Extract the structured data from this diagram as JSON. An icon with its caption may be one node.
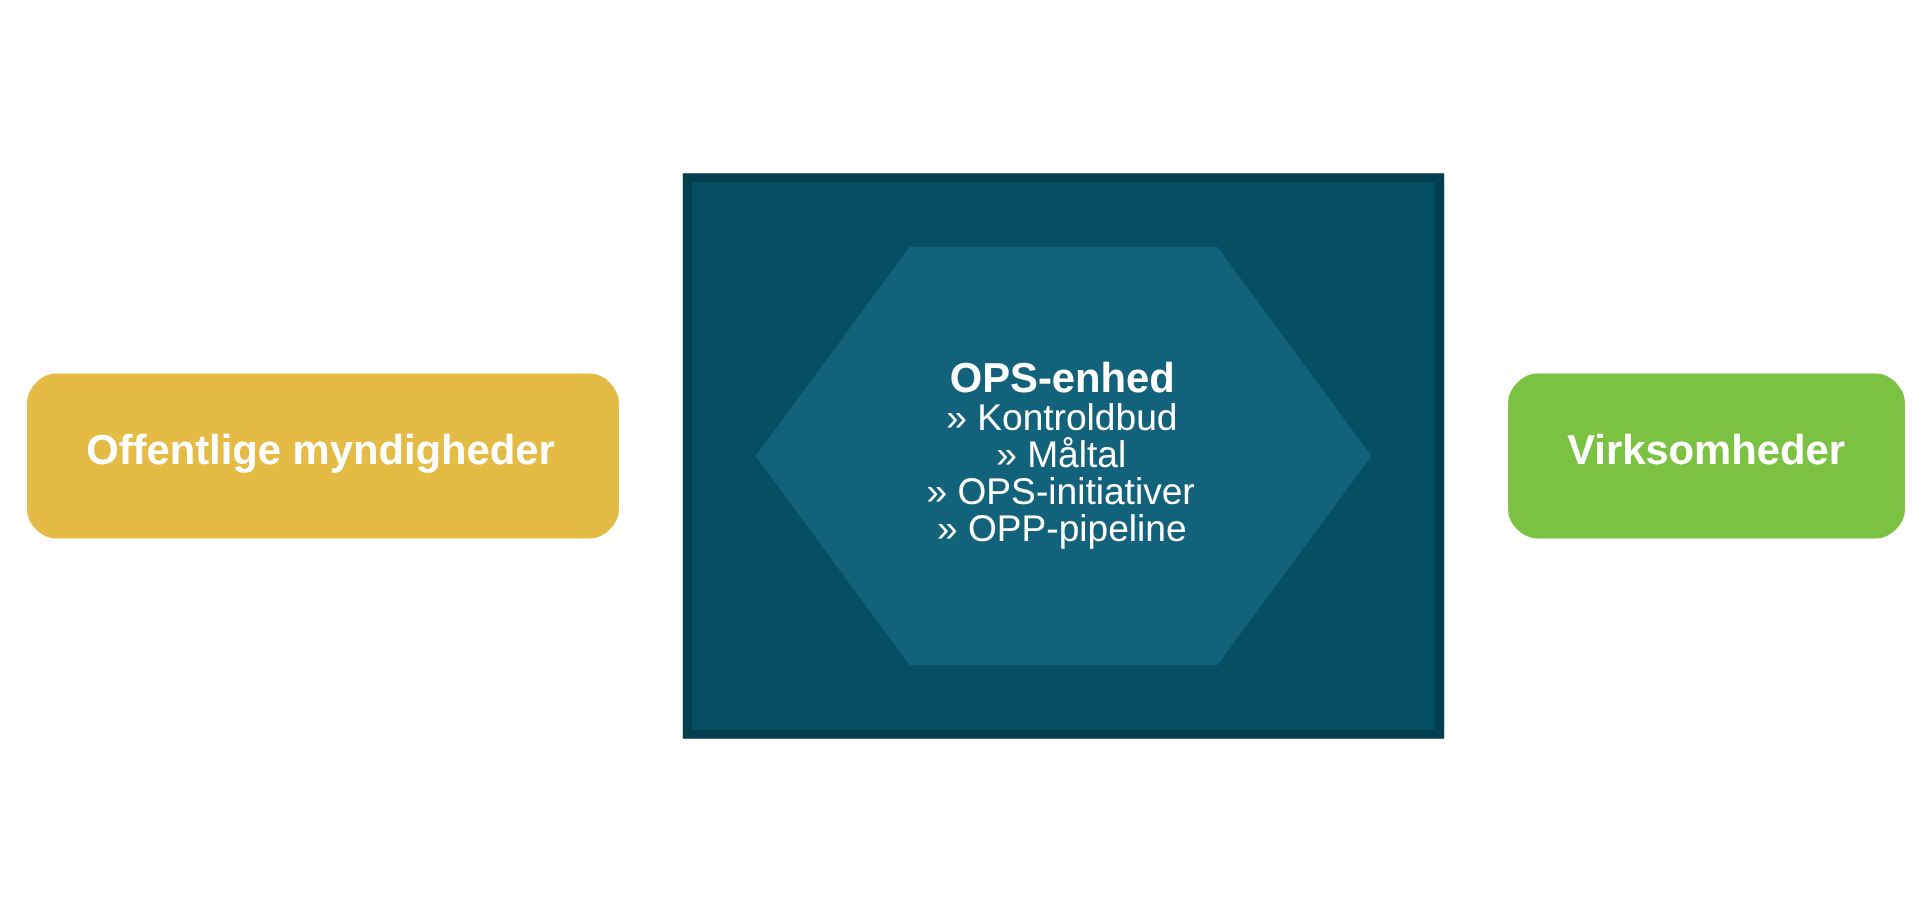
{
  "diagram": {
    "nodes": [
      {
        "text": [
          "Offentlige myndigheder"
        ]
      },
      {
        "text": [],
        "shape": "hexagon"
      },
      {
        "text": [
          "OPS-enhed",
          "» Kontroldbud",
          "» Måltal",
          "» OPS-initiativer",
          "» OPP-pipeline"
        ],
        "in": 1
      },
      {
        "text": [
          "Virksomheder"
        ]
      }
    ],
    "edges": []
  }
}
